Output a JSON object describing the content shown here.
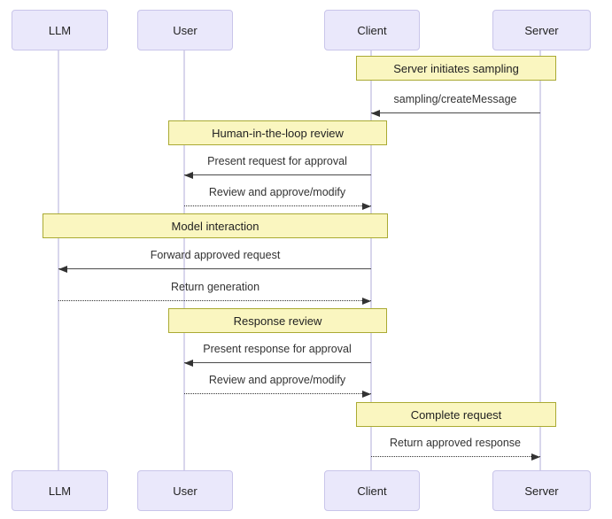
{
  "diagram": {
    "kind": "sequence-diagram",
    "actors": [
      {
        "id": "llm",
        "label": "LLM"
      },
      {
        "id": "user",
        "label": "User"
      },
      {
        "id": "client",
        "label": "Client"
      },
      {
        "id": "server",
        "label": "Server"
      }
    ],
    "notes": [
      {
        "label": "Server initiates sampling",
        "over": [
          "Client",
          "Server"
        ]
      },
      {
        "label": "Human-in-the-loop review",
        "over": [
          "User",
          "Client"
        ]
      },
      {
        "label": "Model interaction",
        "over": [
          "LLM",
          "Client"
        ]
      },
      {
        "label": "Response review",
        "over": [
          "User",
          "Client"
        ]
      },
      {
        "label": "Complete request",
        "over": [
          "Client",
          "Server"
        ]
      }
    ],
    "messages": [
      {
        "label": "sampling/createMessage",
        "from": "Server",
        "to": "Client",
        "line": "solid",
        "arrow": "left"
      },
      {
        "label": "Present request for approval",
        "from": "Client",
        "to": "User",
        "line": "solid",
        "arrow": "left"
      },
      {
        "label": "Review and approve/modify",
        "from": "User",
        "to": "Client",
        "line": "dotted",
        "arrow": "right"
      },
      {
        "label": "Forward approved request",
        "from": "Client",
        "to": "LLM",
        "line": "solid",
        "arrow": "left"
      },
      {
        "label": "Return generation",
        "from": "LLM",
        "to": "Client",
        "line": "dotted",
        "arrow": "right"
      },
      {
        "label": "Present response for approval",
        "from": "Client",
        "to": "User",
        "line": "solid",
        "arrow": "left"
      },
      {
        "label": "Review and approve/modify",
        "from": "User",
        "to": "Client",
        "line": "dotted",
        "arrow": "right"
      },
      {
        "label": "Return approved response",
        "from": "Client",
        "to": "Server",
        "line": "dotted",
        "arrow": "right"
      }
    ],
    "colors": {
      "actor_fill": "#eae8fb",
      "actor_border": "#c9c5ea",
      "note_fill": "#faf6c0",
      "note_border": "#aaaa33",
      "lifeline": "#d8d6ec",
      "line": "#333333",
      "text": "#222222"
    }
  }
}
